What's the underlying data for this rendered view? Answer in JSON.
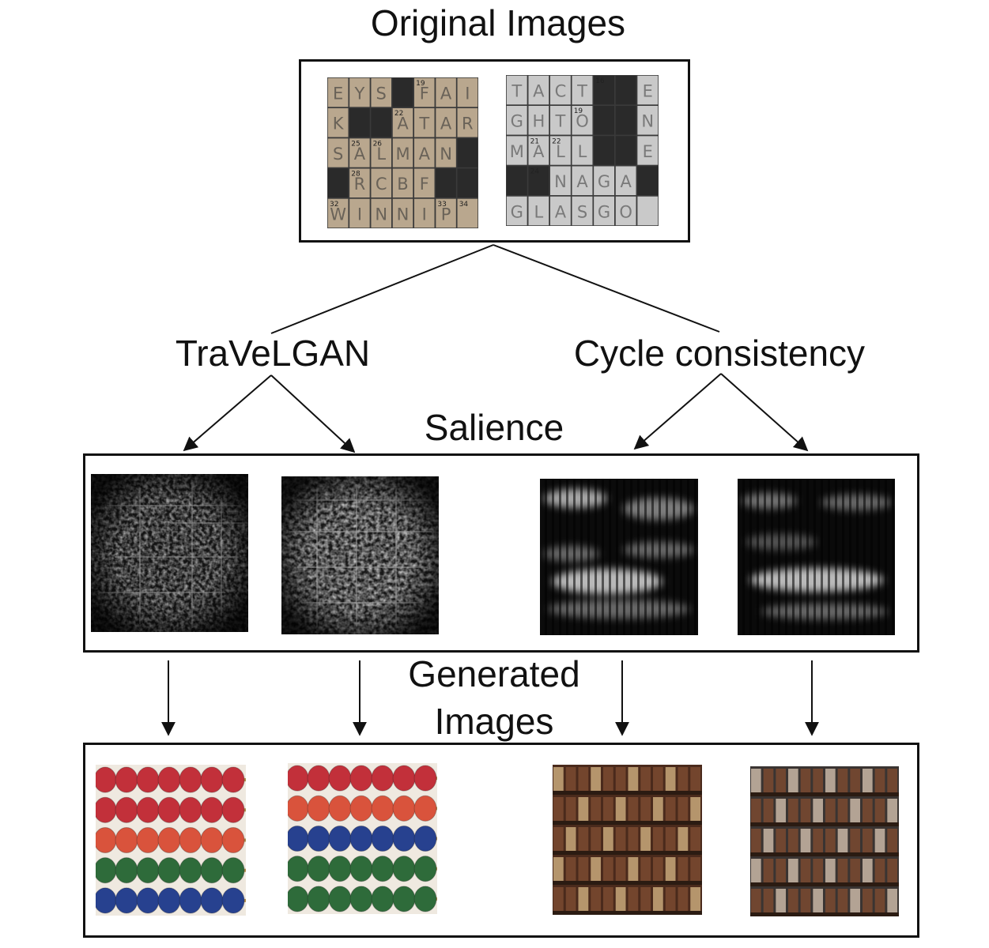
{
  "title": "Original Images",
  "branches": {
    "left": "TraVeLGAN",
    "right": "Cycle consistency"
  },
  "sections": {
    "salience": "Salience",
    "generated_line1": "Generated",
    "generated_line2": "Images"
  },
  "crossword_left": {
    "letters": [
      [
        "E",
        "Y",
        "S",
        "",
        "F",
        "A",
        "I"
      ],
      [
        "K",
        "",
        "",
        "A",
        "T",
        "A",
        "R"
      ],
      [
        "S",
        "A",
        "L",
        "M",
        "A",
        "N",
        ""
      ],
      [
        "",
        "R",
        "C",
        "B",
        "F",
        "",
        ""
      ],
      [
        "W",
        "I",
        "N",
        "N",
        "I",
        "P",
        ""
      ]
    ],
    "clue_numbers": [
      "19",
      "22",
      "25",
      "26",
      "28",
      "32",
      "33",
      "34"
    ]
  },
  "crossword_right": {
    "letters": [
      [
        "T",
        "A",
        "C",
        "T",
        "",
        "",
        "E"
      ],
      [
        "G",
        "H",
        "T",
        "O",
        "",
        "",
        "N"
      ],
      [
        "M",
        "A",
        "L",
        "L",
        "",
        "",
        "E"
      ],
      [
        "",
        "",
        "N",
        "A",
        "G",
        "A",
        ""
      ],
      [
        "G",
        "L",
        "A",
        "S",
        "G",
        "O",
        ""
      ]
    ],
    "clue_numbers": [
      "16",
      "19",
      "21",
      "22",
      "24"
    ]
  },
  "colors": {
    "line": "#111111",
    "paper_left": "#b9a78e",
    "paper_right": "#c9c9c9",
    "bead_red": "#c2303a",
    "bead_orange": "#d9533c",
    "bead_blue": "#27418f",
    "bead_green": "#2e6b3a"
  }
}
